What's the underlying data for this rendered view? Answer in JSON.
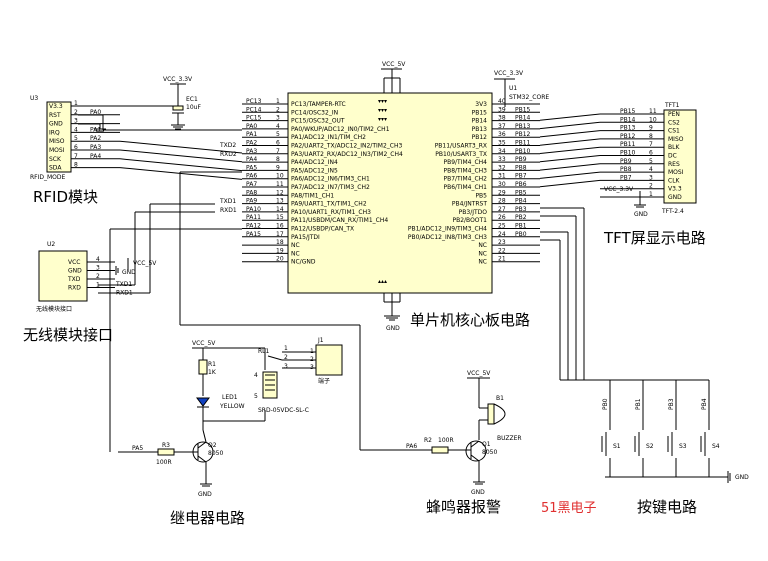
{
  "power": {
    "vcc3v3": "VCC_3.3V",
    "vcc5v": "VCC_5V",
    "gnd": "GND"
  },
  "rfid": {
    "ref": "U3",
    "name": "RFID_MODE",
    "pins": [
      "V3.3",
      "RST",
      "GND",
      "IRQ",
      "MISO",
      "MOSI",
      "SCK",
      "SDA"
    ],
    "nums": [
      "1",
      "2",
      "3",
      "4",
      "5",
      "6",
      "7",
      "8"
    ],
    "nets": [
      "",
      "PA0",
      "",
      "PA1",
      "PA2",
      "PA3",
      "PA4",
      ""
    ]
  },
  "cap": {
    "ref": "EC1",
    "value": "10uF"
  },
  "mcu": {
    "ref": "U1",
    "name": "STM32_CORE",
    "left": [
      {
        "n": "1",
        "pin": "PC13/TAMPER-RTC",
        "net": "PC13"
      },
      {
        "n": "2",
        "pin": "PC14/OSC32_IN",
        "net": "PC14"
      },
      {
        "n": "3",
        "pin": "PC15/OSC32_OUT",
        "net": "PC15"
      },
      {
        "n": "4",
        "pin": "PA0/WKUP/ADC12_IN0/TIM2_CH1",
        "net": "PA0"
      },
      {
        "n": "5",
        "pin": "PA1/ADC12_IN1/TIM_CH2",
        "net": "PA1"
      },
      {
        "n": "6",
        "pin": "PA2/UART2_TX/ADC12_IN2/TIM2_CH3",
        "net": "PA2"
      },
      {
        "n": "7",
        "pin": "PA3/UART2_RX/ADC12_IN3/TIM2_CH4",
        "net": "PA3"
      },
      {
        "n": "8",
        "pin": "PA4/ADC12_IN4",
        "net": "PA4"
      },
      {
        "n": "9",
        "pin": "PA5/ADC12_IN5",
        "net": "PA5"
      },
      {
        "n": "10",
        "pin": "PA6/ADC12_IN6/TIM3_CH1",
        "net": "PA6"
      },
      {
        "n": "11",
        "pin": "PA7/ADC12_IN7/TIM3_CH2",
        "net": "PA7"
      },
      {
        "n": "12",
        "pin": "PA8/TIM1_CH1",
        "net": "PA8"
      },
      {
        "n": "13",
        "pin": "PA9/UART1_TX/TIM1_CH2",
        "net": "PA9"
      },
      {
        "n": "14",
        "pin": "PA10/UART1_RX/TIM1_CH3",
        "net": "PA10"
      },
      {
        "n": "15",
        "pin": "PA11/USBDM/CAN_RX/TIM1_CH4",
        "net": "PA11"
      },
      {
        "n": "16",
        "pin": "PA12/USBDP/CAN_TX",
        "net": "PA12"
      },
      {
        "n": "17",
        "pin": "PA15/JTDI",
        "net": "PA15"
      },
      {
        "n": "18",
        "pin": "NC",
        "net": ""
      },
      {
        "n": "19",
        "pin": "NC",
        "net": ""
      },
      {
        "n": "20",
        "pin": "NC/GND",
        "net": ""
      }
    ],
    "right": [
      {
        "n": "40",
        "pin": "3V3",
        "net": ""
      },
      {
        "n": "39",
        "pin": "PB15",
        "net": "PB15"
      },
      {
        "n": "38",
        "pin": "PB14",
        "net": "PB14"
      },
      {
        "n": "37",
        "pin": "PB13",
        "net": "PB13"
      },
      {
        "n": "36",
        "pin": "PB12",
        "net": "PB12"
      },
      {
        "n": "35",
        "pin": "PB11/USART3_RX",
        "net": "PB11"
      },
      {
        "n": "34",
        "pin": "PB10/USART3_TX",
        "net": "PB10"
      },
      {
        "n": "33",
        "pin": "PB9/TIM4_CH4",
        "net": "PB9"
      },
      {
        "n": "32",
        "pin": "PB8/TIM4_CH3",
        "net": "PB8"
      },
      {
        "n": "31",
        "pin": "PB7/TIM4_CH2",
        "net": "PB7"
      },
      {
        "n": "30",
        "pin": "PB6/TIM4_CH1",
        "net": "PB6"
      },
      {
        "n": "29",
        "pin": "PB5",
        "net": "PB5"
      },
      {
        "n": "28",
        "pin": "PB4/JNTRST",
        "net": "PB4"
      },
      {
        "n": "27",
        "pin": "PB3/JTDO",
        "net": "PB3"
      },
      {
        "n": "26",
        "pin": "PB2/BOOT1",
        "net": "PB2"
      },
      {
        "n": "25",
        "pin": "PB1/ADC12_IN9/TIM3_CH4",
        "net": "PB1"
      },
      {
        "n": "24",
        "pin": "PB0/ADC12_IN8/TIM3_CH3",
        "net": "PB0"
      },
      {
        "n": "23",
        "pin": "NC",
        "net": ""
      },
      {
        "n": "22",
        "pin": "NC",
        "net": ""
      },
      {
        "n": "21",
        "pin": "NC",
        "net": ""
      }
    ],
    "txd2": "TXD2",
    "rxd2": "RXD2",
    "txd1": "TXD1",
    "rxd1": "RXD1"
  },
  "tft": {
    "ref": "TFT1",
    "name": "TFT-2.4",
    "pins": [
      "PEN",
      "CS2",
      "CS1",
      "MISO",
      "BLK",
      "DC",
      "RES",
      "MOSI",
      "CLK",
      "V3.3",
      "GND"
    ],
    "nums": [
      "11",
      "10",
      "9",
      "8",
      "7",
      "6",
      "5",
      "4",
      "3",
      "2",
      "1"
    ],
    "nets": [
      "PB15",
      "PB14",
      "PB13",
      "PB12",
      "PB11",
      "PB10",
      "PB9",
      "PB8",
      "PB7",
      "",
      ""
    ]
  },
  "wireless": {
    "ref": "U2",
    "name": "无线模块接口",
    "pins": [
      "VCC",
      "GND",
      "TXD",
      "RXD"
    ],
    "nums": [
      "4",
      "3",
      "2",
      "1"
    ],
    "nets": [
      "",
      "",
      "TXD1",
      "RXD1"
    ]
  },
  "relay": {
    "ref": "RL1",
    "name": "SRD-05VDC-SL-C",
    "connector": "J1",
    "connector_label": "端子",
    "r1": "R1",
    "r1v": "1K",
    "led": "LED1",
    "ledc": "YELLOW",
    "r3": "R3",
    "r3v": "100R",
    "q": "Q2",
    "qv": "8050",
    "net": "PA5",
    "pin_nums": [
      "1",
      "2",
      "3",
      "4",
      "5"
    ]
  },
  "buzzer": {
    "ref": "B1",
    "name": "BUZZER",
    "r": "R2",
    "rv": "100R",
    "q": "Q1",
    "qv": "8050",
    "net": "PA6"
  },
  "keys": {
    "nets": [
      "PB0",
      "PB1",
      "PB3",
      "PB4"
    ],
    "refs": [
      "S1",
      "S2",
      "S3",
      "S4"
    ]
  },
  "labels": {
    "rfid": "RFID模块",
    "tft": "TFT屏显示电路",
    "wireless": "无线模块接口",
    "mcu": "单片机核心板电路",
    "relay": "继电器电路",
    "buzzer": "蜂鸣器报警",
    "brand": "51黑电子",
    "keys": "按键电路"
  }
}
